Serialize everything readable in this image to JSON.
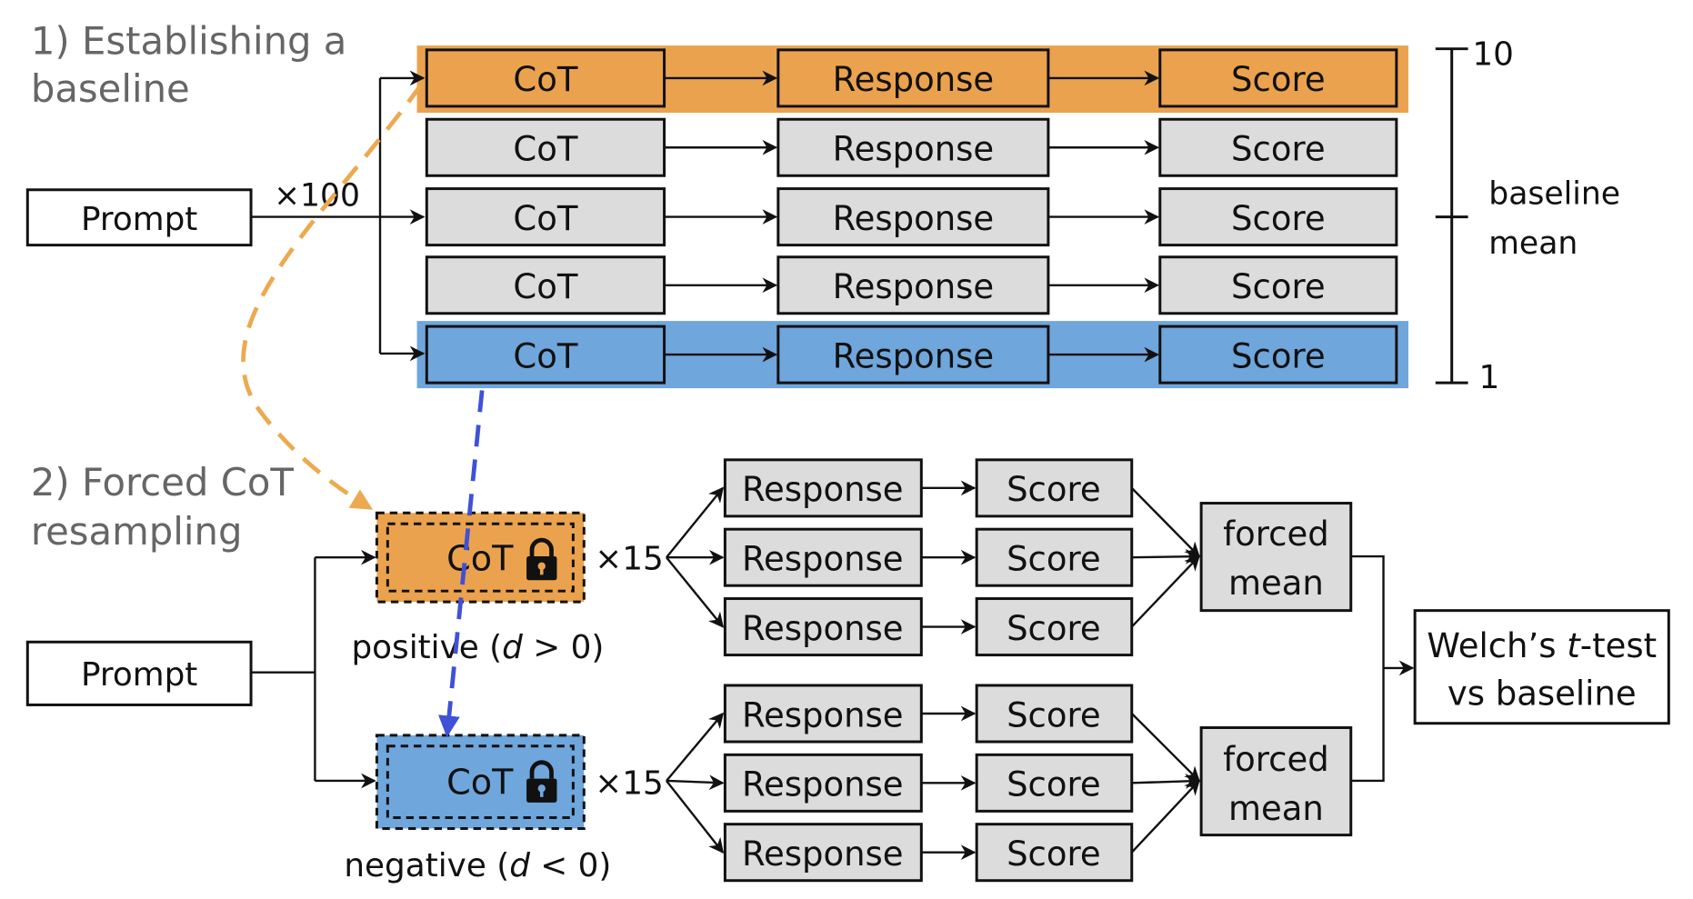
{
  "section1": {
    "line1": "1) Establishing a",
    "line2": "baseline"
  },
  "section2": {
    "line1": "2) Forced CoT",
    "line2": "resampling"
  },
  "prompt_label": "Prompt",
  "baseline_multiplier": "×100",
  "rows": [
    {
      "cot": "CoT",
      "response": "Response",
      "score": "Score",
      "highlight": "orange"
    },
    {
      "cot": "CoT",
      "response": "Response",
      "score": "Score",
      "highlight": "none"
    },
    {
      "cot": "CoT",
      "response": "Response",
      "score": "Score",
      "highlight": "none"
    },
    {
      "cot": "CoT",
      "response": "Response",
      "score": "Score",
      "highlight": "none"
    },
    {
      "cot": "CoT",
      "response": "Response",
      "score": "Score",
      "highlight": "blue"
    }
  ],
  "scale": {
    "top": "10",
    "bottom": "1",
    "mid_line1": "baseline",
    "mid_line2": "mean"
  },
  "forced": {
    "multiplier": "×15",
    "positive": {
      "cot": "CoT",
      "caption_pre": "positive (",
      "caption_var": "d",
      "caption_post": " > 0)"
    },
    "negative": {
      "cot": "CoT",
      "caption_pre": "negative (",
      "caption_var": "d",
      "caption_post": " < 0)"
    },
    "response": "Response",
    "score": "Score",
    "mean_line1": "forced",
    "mean_line2": "mean"
  },
  "welch": {
    "line1_pre": "Welch’s ",
    "line1_var": "t",
    "line1_post": "-test",
    "line2": "vs baseline"
  },
  "colors": {
    "orange": "#EBA24E",
    "blue": "#6FA6DC",
    "gray_box": "#DCDCDC",
    "arrow_orange": "#EDA94F",
    "arrow_blue": "#3F51D6"
  }
}
